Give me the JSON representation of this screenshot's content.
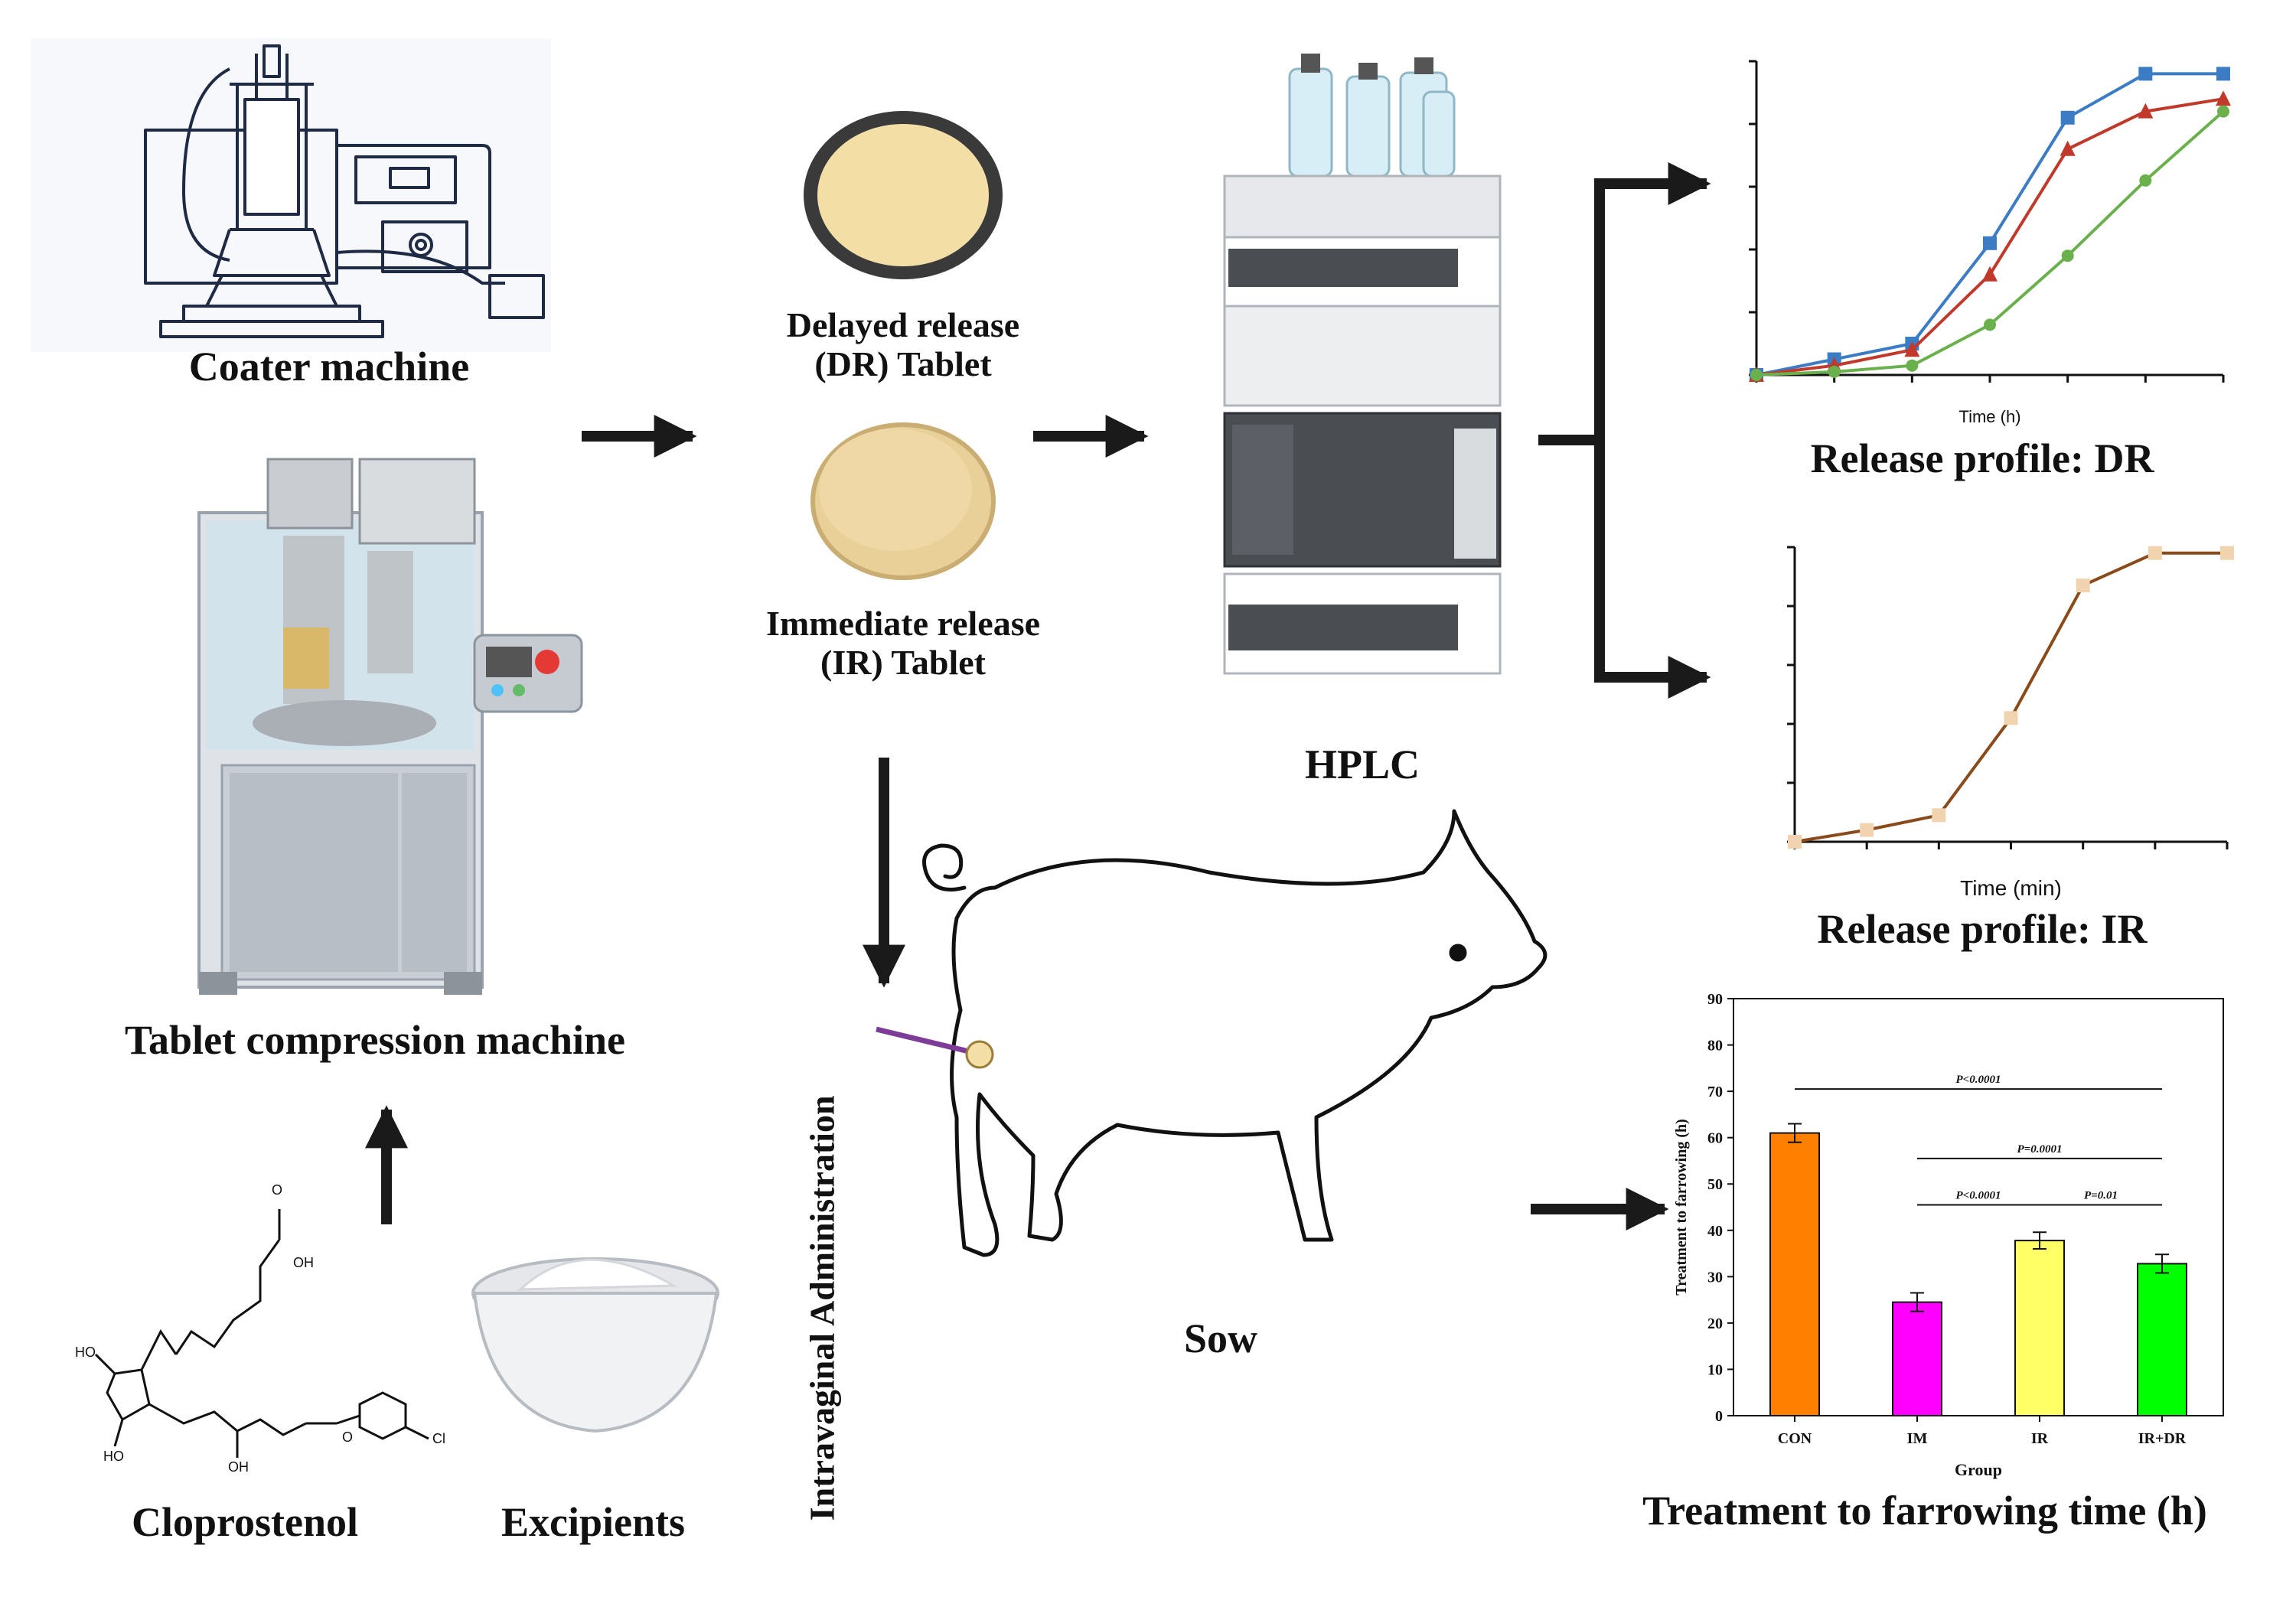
{
  "labels": {
    "coater": "Coater machine",
    "tablet_press": "Tablet compression machine",
    "cloprostenol": "Cloprostenol",
    "excipients": "Excipients",
    "dr_tablet_line1": "Delayed release",
    "dr_tablet_line2": "(DR) Tablet",
    "ir_tablet_line1": "Immediate release",
    "ir_tablet_line2": "(IR) Tablet",
    "hplc": "HPLC",
    "intravaginal": "Intravaginal Administration",
    "sow": "Sow",
    "release_dr": "Release profile: DR",
    "release_ir": "Release profile: IR",
    "farrowing": "Treatment to farrowing time (h)"
  },
  "molecule_labels": {
    "oh_top": "OH",
    "o_top": "O",
    "ho_left": "HO",
    "ho_bottom": "HO",
    "oh_bottom": "OH",
    "o_ether": "O",
    "cl": "Cl"
  },
  "colors": {
    "arrow": "#1a1a1a",
    "dr_tablet_fill": "#f3dfa6",
    "dr_tablet_ring": "#3a3a3a",
    "ir_tablet_fill": "#e9cf98",
    "pig_collar": "#7d3c98"
  },
  "chart_data": [
    {
      "type": "line",
      "caption": "Release profile: DR",
      "xlabel": "Time (h)",
      "ylabel": "",
      "x": [
        0,
        1,
        2,
        3,
        4,
        5,
        6
      ],
      "series": [
        {
          "color": "#3b7cc4",
          "marker": "square",
          "values": [
            0,
            5,
            10,
            42,
            82,
            96,
            96
          ]
        },
        {
          "color": "#c0392b",
          "marker": "triangle",
          "values": [
            0,
            3,
            8,
            32,
            72,
            84,
            88
          ]
        },
        {
          "color": "#6ab04c",
          "marker": "circle",
          "values": [
            0,
            1,
            3,
            16,
            38,
            62,
            84
          ]
        }
      ],
      "ylim": [
        0,
        100
      ],
      "grid": false
    },
    {
      "type": "line",
      "caption": "Release profile: IR",
      "xlabel": "Time (min)",
      "ylabel": "",
      "x": [
        0,
        1,
        2,
        3,
        4,
        5,
        6
      ],
      "series": [
        {
          "color": "#8b4a1a",
          "marker": "square",
          "marker_fill": "#f2d3b0",
          "values": [
            0,
            4,
            9,
            42,
            87,
            98,
            98
          ]
        }
      ],
      "ylim": [
        0,
        100
      ],
      "grid": false
    },
    {
      "type": "bar",
      "caption": "Treatment to farrowing time (h)",
      "xlabel": "Group",
      "ylabel": "Treatment to farrowing (h)",
      "categories": [
        "CON",
        "IM",
        "IR",
        "IR+DR"
      ],
      "values": [
        61,
        24.5,
        37.8,
        32.8
      ],
      "errors": [
        2,
        2,
        1.8,
        2
      ],
      "colors": [
        "#ff7f00",
        "#ff00ff",
        "#ffff66",
        "#00ff00"
      ],
      "ylim": [
        0,
        90
      ],
      "yticks": [
        0,
        10,
        20,
        30,
        40,
        50,
        60,
        70,
        80,
        90
      ],
      "significance": [
        {
          "from": 0,
          "to": 3,
          "text": "P<0.0001"
        },
        {
          "from": 1,
          "to": 3,
          "text": "P=0.0001"
        },
        {
          "from": 1,
          "to": 2,
          "text": "P<0.0001"
        },
        {
          "from": 2,
          "to": 3,
          "text": "P=0.01"
        }
      ],
      "grid": false
    }
  ]
}
